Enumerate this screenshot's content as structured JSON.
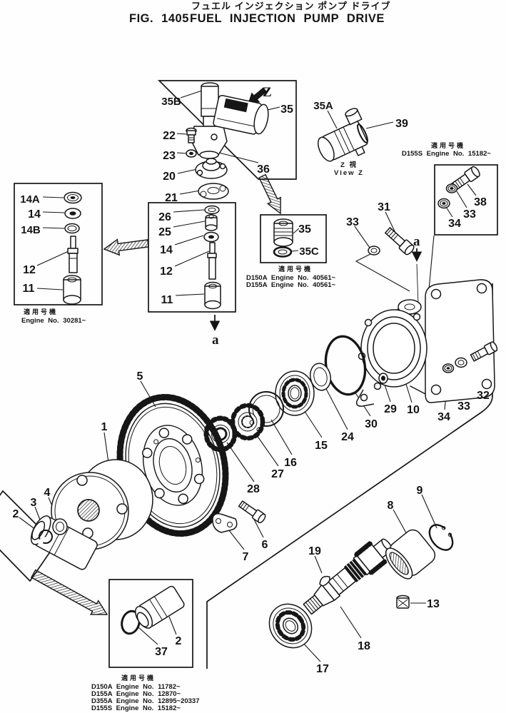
{
  "figure": {
    "title_jp": "フュエル インジェクション ポンプ ドライブ",
    "fig_no": "FIG. 1405",
    "title_en": "FUEL INJECTION PUMP DRIVE"
  },
  "view_z": {
    "jp": "Z 視",
    "en": "View Z"
  },
  "markers": {
    "z": "Z",
    "a_upper": "a",
    "a_lower": "a"
  },
  "notes": {
    "top_right": {
      "header": "適用号機",
      "lines": [
        "D155S  Engine  No. 15182~"
      ]
    },
    "mid": {
      "header": "適用号機",
      "lines": [
        "D150A  Engine  No. 40561~",
        "D155A  Engine  No. 40561~"
      ]
    },
    "left": {
      "header": "適用号機",
      "lines": [
        "Engine  No. 30281~"
      ]
    },
    "bottom": {
      "header": "適用号機",
      "lines": [
        "D150A  Engine  No. 11782~",
        "D155A  Engine  No. 12870~",
        "D355A  Engine  No. 12895~20337",
        "D155S  Engine  No. 15182~"
      ]
    }
  },
  "callouts": [
    {
      "id": "1",
      "text": "1"
    },
    {
      "id": "2-left",
      "text": "2"
    },
    {
      "id": "3",
      "text": "3"
    },
    {
      "id": "4",
      "text": "4"
    },
    {
      "id": "5",
      "text": "5"
    },
    {
      "id": "6",
      "text": "6"
    },
    {
      "id": "7",
      "text": "7"
    },
    {
      "id": "8",
      "text": "8"
    },
    {
      "id": "9",
      "text": "9"
    },
    {
      "id": "10",
      "text": "10"
    },
    {
      "id": "11-left",
      "text": "11"
    },
    {
      "id": "12-left",
      "text": "12"
    },
    {
      "id": "14A",
      "text": "14A"
    },
    {
      "id": "14-left",
      "text": "14"
    },
    {
      "id": "14B",
      "text": "14B"
    },
    {
      "id": "26",
      "text": "26"
    },
    {
      "id": "25",
      "text": "25"
    },
    {
      "id": "14-center",
      "text": "14"
    },
    {
      "id": "12-center",
      "text": "12"
    },
    {
      "id": "11-center",
      "text": "11"
    },
    {
      "id": "13",
      "text": "13"
    },
    {
      "id": "15",
      "text": "15"
    },
    {
      "id": "16",
      "text": "16"
    },
    {
      "id": "17",
      "text": "17"
    },
    {
      "id": "18",
      "text": "18"
    },
    {
      "id": "19",
      "text": "19"
    },
    {
      "id": "20",
      "text": "20"
    },
    {
      "id": "21",
      "text": "21"
    },
    {
      "id": "22",
      "text": "22"
    },
    {
      "id": "23",
      "text": "23"
    },
    {
      "id": "24",
      "text": "24"
    },
    {
      "id": "27",
      "text": "27"
    },
    {
      "id": "28",
      "text": "28"
    },
    {
      "id": "29",
      "text": "29"
    },
    {
      "id": "30",
      "text": "30"
    },
    {
      "id": "31",
      "text": "31"
    },
    {
      "id": "32",
      "text": "32"
    },
    {
      "id": "33-mid",
      "text": "33"
    },
    {
      "id": "33-box",
      "text": "33"
    },
    {
      "id": "33-housing",
      "text": "33"
    },
    {
      "id": "34-box",
      "text": "34"
    },
    {
      "id": "34-housing",
      "text": "34"
    },
    {
      "id": "35-top",
      "text": "35"
    },
    {
      "id": "35B",
      "text": "35B"
    },
    {
      "id": "35A",
      "text": "35A"
    },
    {
      "id": "35-mid",
      "text": "35"
    },
    {
      "id": "35C",
      "text": "35C"
    },
    {
      "id": "36",
      "text": "36"
    },
    {
      "id": "37",
      "text": "37"
    },
    {
      "id": "38",
      "text": "38"
    },
    {
      "id": "39",
      "text": "39"
    },
    {
      "id": "2-bottom",
      "text": "2"
    }
  ]
}
